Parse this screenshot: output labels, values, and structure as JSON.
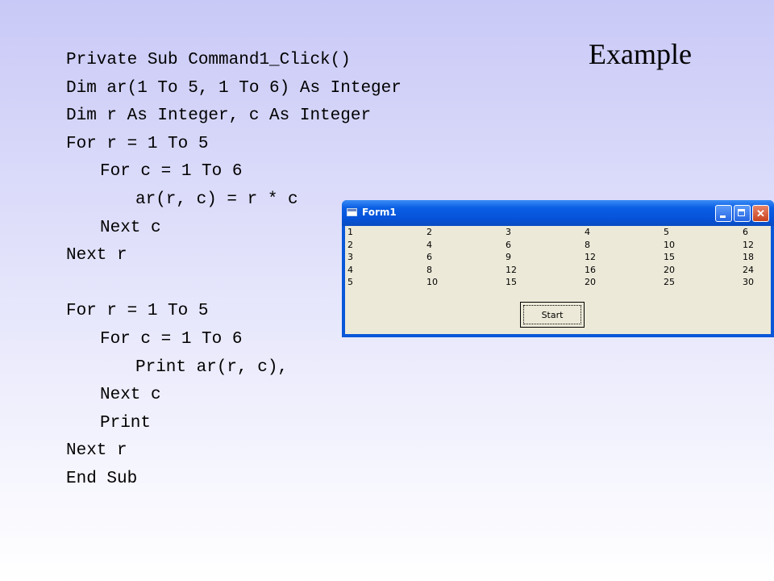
{
  "slide": {
    "title": "Example"
  },
  "code": {
    "lines": [
      "Private Sub Command1_Click()",
      "Dim ar(1 To 5, 1 To 6) As Integer",
      "Dim r As Integer, c As Integer",
      "For r = 1 To 5",
      "For c = 1 To 6",
      "ar(r, c) = r * c",
      "Next c",
      "Next r",
      "",
      "For r = 1 To 5",
      "For c = 1 To 6",
      "Print ar(r, c),",
      "Next c",
      "Print",
      "Next r",
      "End Sub"
    ]
  },
  "window": {
    "title": "Form1",
    "output": [
      [
        "1",
        "2",
        "3",
        "4",
        "5",
        "6"
      ],
      [
        "2",
        "4",
        "6",
        "8",
        "10",
        "12"
      ],
      [
        "3",
        "6",
        "9",
        "12",
        "15",
        "18"
      ],
      [
        "4",
        "8",
        "12",
        "16",
        "20",
        "24"
      ],
      [
        "5",
        "10",
        "15",
        "20",
        "25",
        "30"
      ]
    ],
    "start_label": "Start"
  }
}
